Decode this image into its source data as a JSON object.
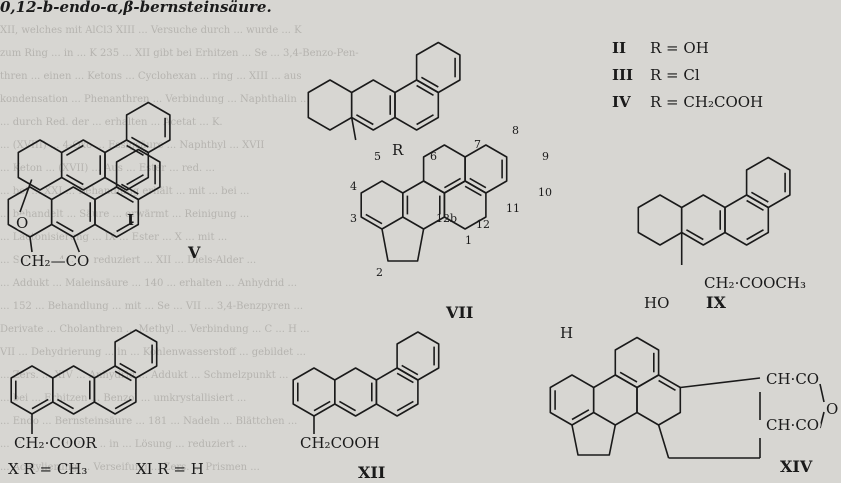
{
  "header_text": "0,12-b-endo-α,β-bernsteinsäure.",
  "background_lines": [
    "XII, welches mit AlCl3 XIII ... Versuche durch ... wurde ... K",
    "zum Ring ... in ... K 235 ... XII gibt bei Erhitzen ... Se ... 3,4-Benzo-Pen-",
    "thren ... einen ... Ketons ... Cyclohexan ... ring ... XIII ... aus",
    "kondensation ... Phenanthren ... Verbindung ... Naphthalin ...",
    "... durch Red. der ... erhalten ... Acetat ... K.",
    "... (XVIII) ... 4-Oxo ... Essigsäure ... Naphthyl ... XVII",
    "... Keton ... (XVII) ... Aus ... Ester ... red. ...",
    "... bei ... XXI ... Behandlung erhält ... mit ... bei ...",
    "... behandelt ... Säure ... erwärmt ... Reinigung ...",
    "... Lactonisierung ... IX ... Ester ... X ... mit ...",
    "... Säure ... 425 ... reduziert ... XII ... Diels-Alder ...",
    "... Addukt ... Maleinsäure ... 140 ... erhalten ... Anhydrid ...",
    "... 152 ... Behandlung ... mit ... Se ... VII ... 3,4-Benzpyren ...",
    "Derivate ... Cholanthren ... Methyl ... Verbindung ... C ... H ...",
    "VII ... Dehydrierung ... in ... Kohlenwasserstoff ... gebildet ...",
    "... Zers. ... XIV ... Anhydrid ... Addukt ... Schmelzpunkt ...",
    "... bei ... Erhitzen ... Benzol ... umkrystallisiert ...",
    "... Endo ... Bernsteinsäure ... 181 ... Nadeln ... Blättchen ...",
    "... wurde ... Hexan ... in ... Lösung ... reduziert ...",
    "... Acetylierung ... Verseifung ... Zers. ... Prismen ..."
  ],
  "compound_labels": [
    "I",
    "II",
    "III",
    "IV",
    "V",
    "VII",
    "IX",
    "X",
    "XI",
    "XII",
    "XIV"
  ],
  "r_groups": [
    {
      "label": "II",
      "text": "R = OH"
    },
    {
      "label": "III",
      "text": "R = Cl"
    },
    {
      "label": "IV",
      "text": "R = CH₂COOH"
    }
  ],
  "atoms": {
    "I_oxo": "O",
    "R": "R",
    "V_ketone": "CH₂—CO",
    "IX_hydroxy": "HO",
    "IX_ester": "CH₂·COOCH₃",
    "X_ester": "CH₂·COOR",
    "X_R": "X R = CH₃",
    "XI_R": "XI R = H",
    "XII_acid": "CH₂COOH",
    "XIV_H": "H",
    "XIV_CO1": "CH·CO",
    "XIV_CO2": "CH·CO",
    "XIV_O": "O"
  },
  "numbering": [
    "1",
    "2",
    "3",
    "4",
    "5",
    "6",
    "7",
    "8",
    "9",
    "10",
    "11",
    "12",
    "12b"
  ]
}
